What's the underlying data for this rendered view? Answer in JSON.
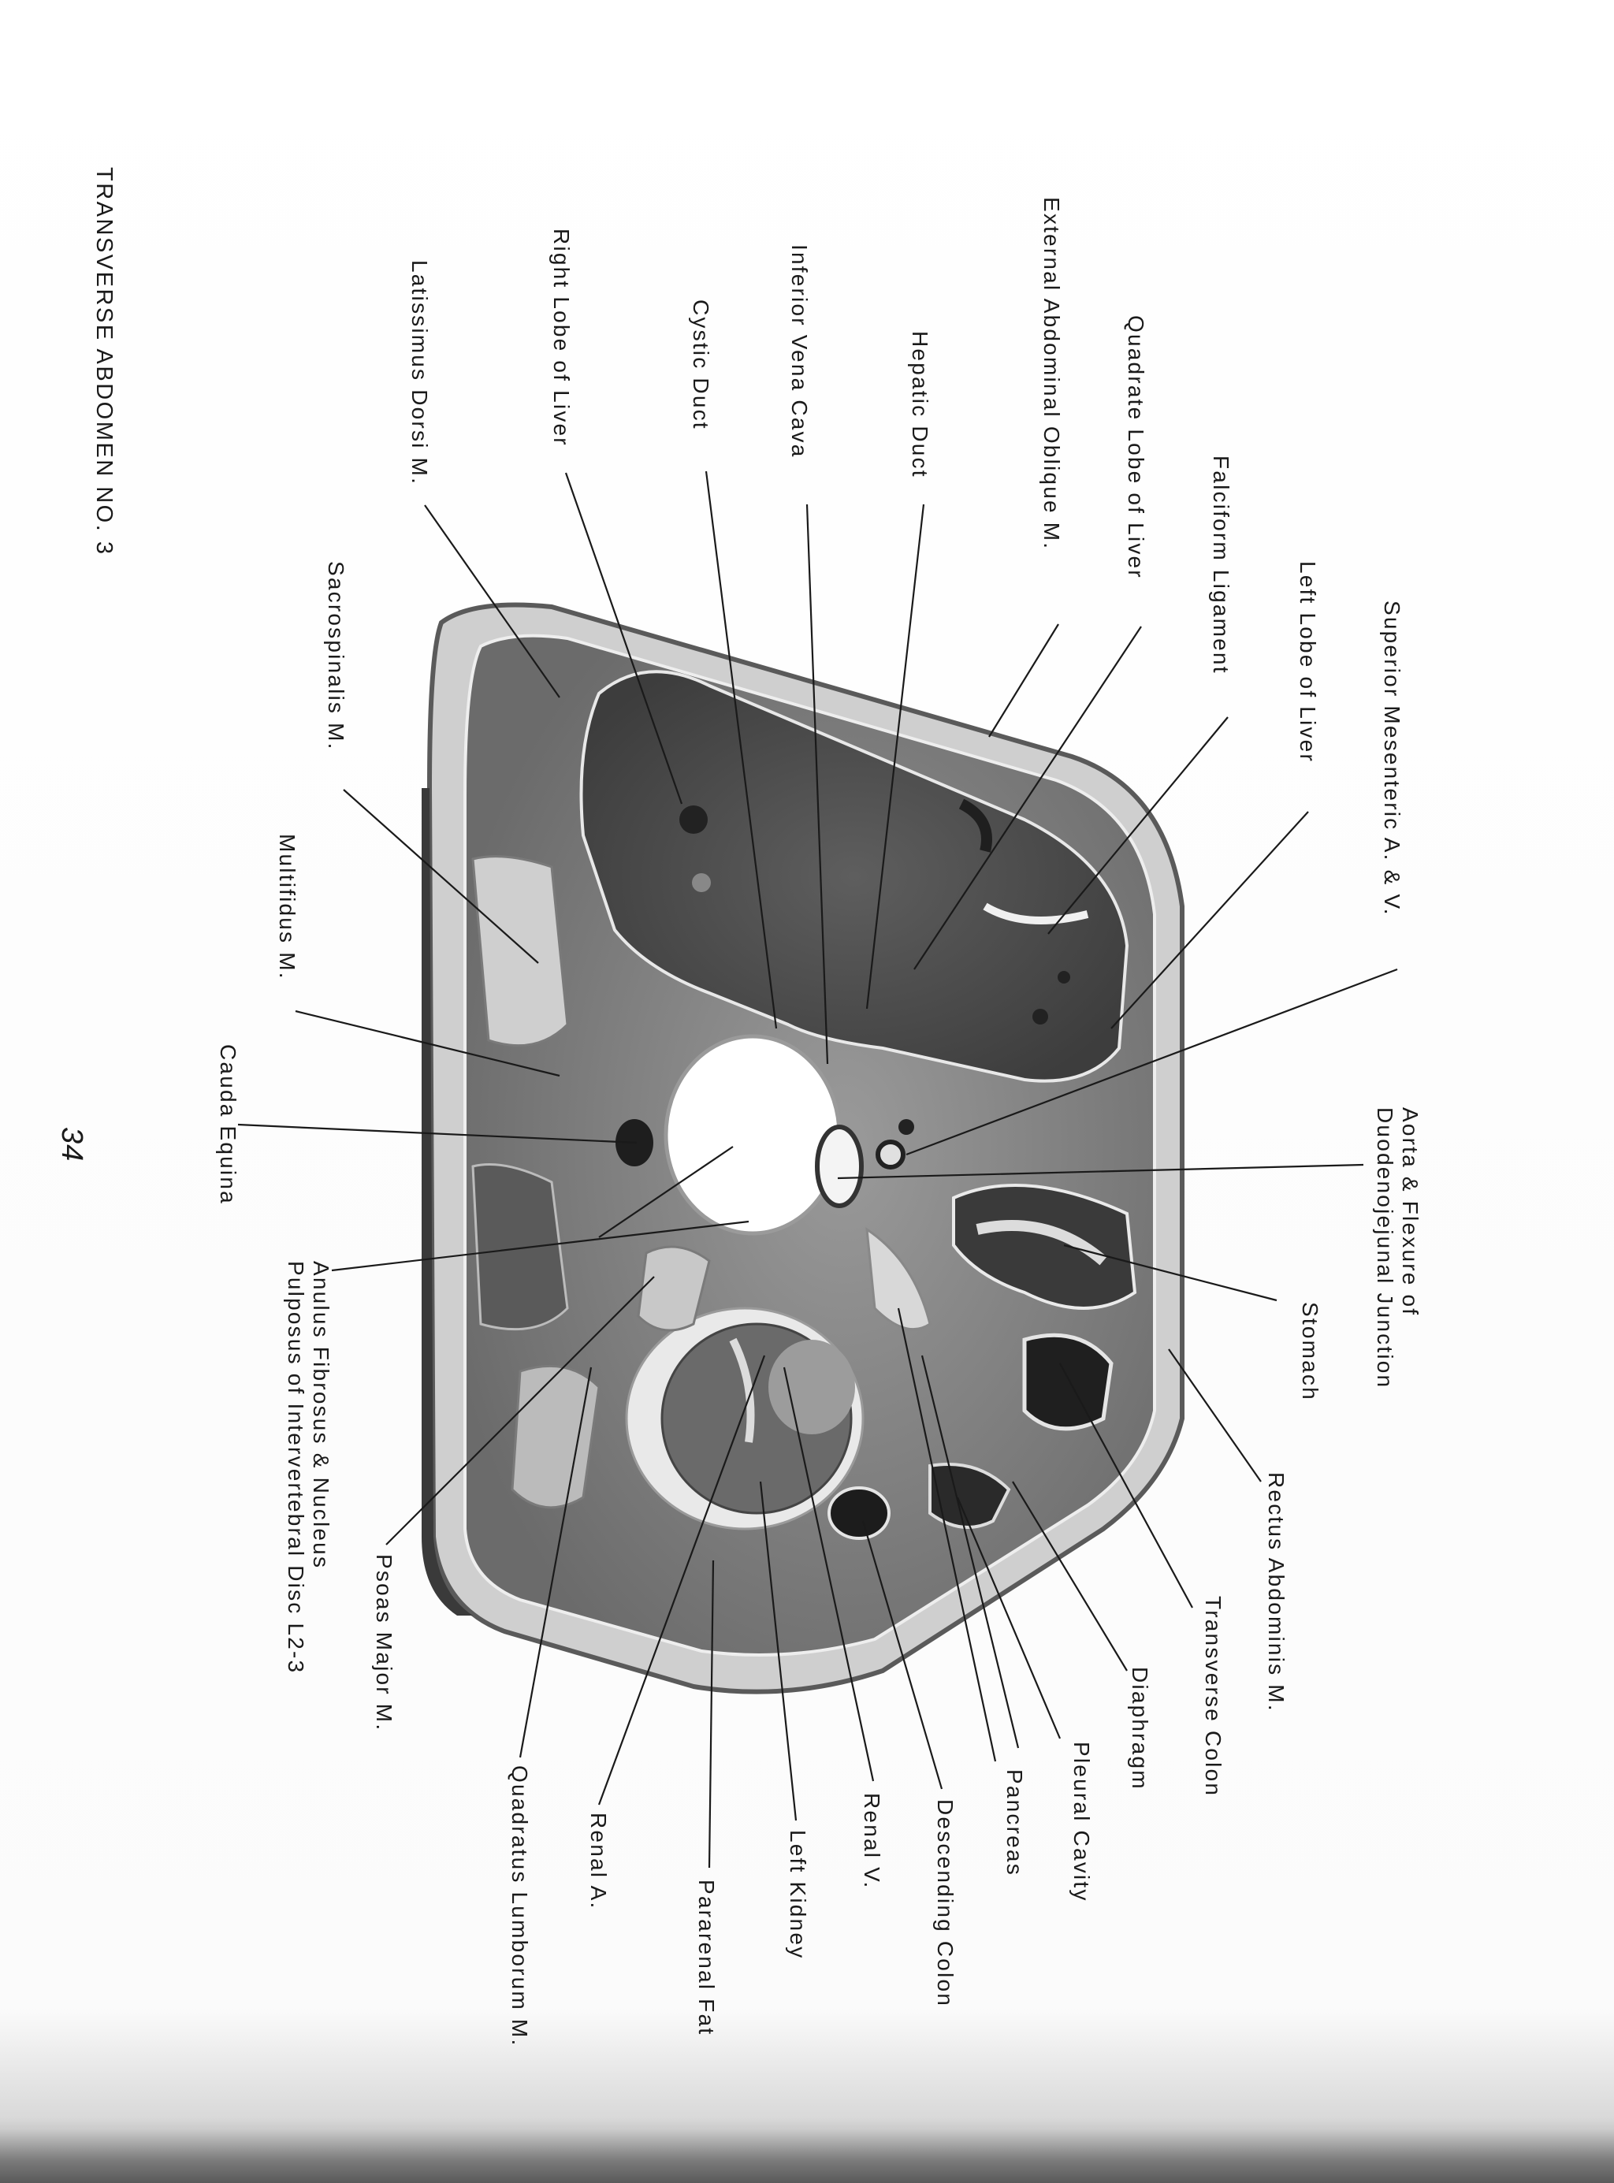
{
  "page": {
    "header": "TRANSVERSE ABDOMEN NO. 3",
    "number": "34"
  },
  "figure": {
    "alt": "Transverse section of the abdomen at level of intervertebral disc L2-3"
  },
  "labels": {
    "superior_mesenteric": "Superior Mesenteric A. & V.",
    "left_lobe_liver": "Left Lobe of Liver",
    "falciform_ligament": "Falciform Ligament",
    "quadrate_lobe": "Quadrate Lobe of Liver",
    "external_oblique": "External Abdominal Oblique M.",
    "hepatic_duct": "Hepatic Duct",
    "inferior_vena_cava": "Inferior Vena Cava",
    "cystic_duct": "Cystic Duct",
    "right_lobe_liver": "Right Lobe of Liver",
    "latissimus_dorsi": "Latissimus Dorsi M.",
    "sacrospinalis": "Sacrospinalis M.",
    "multifidus": "Multifidus M.",
    "cauda_equina": "Cauda Equina",
    "anulus_line1": "Anulus Fibrosus & Nucleus",
    "anulus_line2": "Pulposus of Intervertebral Disc L2-3",
    "aorta_line1": "Aorta & Flexure of",
    "aorta_line2": "Duodenojejunal Junction",
    "stomach": "Stomach",
    "rectus_abdominis": "Rectus Abdominis M.",
    "transverse_colon": "Transverse Colon",
    "diaphragm": "Diaphragm",
    "pleural_cavity": "Pleural Cavity",
    "pancreas": "Pancreas",
    "descending_colon": "Descending Colon",
    "renal_v": "Renal V.",
    "left_kidney": "Left Kidney",
    "pararenal_fat": "Pararenal Fat",
    "renal_a": "Renal A.",
    "psoas_major": "Psoas Major M.",
    "quadratus_lumborum": "Quadratus Lumborum M."
  }
}
